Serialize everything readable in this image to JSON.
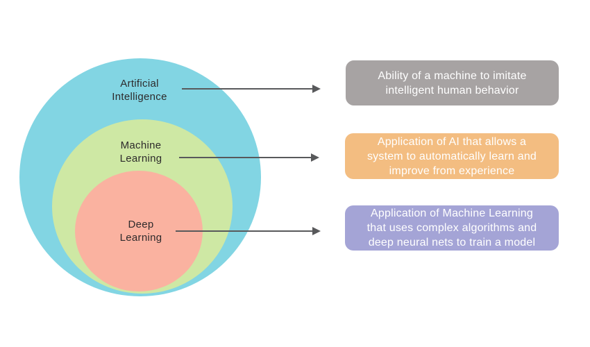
{
  "diagram": {
    "background_color": "#ffffff",
    "arrow_color": "#58595b",
    "label_text_color": "#2d2a2b",
    "callout_text_color": "#ffffff",
    "circles": [
      {
        "name": "Artificial Intelligence",
        "color": "#82d5e3",
        "lines": [
          "Artificial",
          "Intelligence"
        ]
      },
      {
        "name": "Machine Learning",
        "color": "#cee8a4",
        "lines": [
          "Machine",
          "Learning"
        ]
      },
      {
        "name": "Deep Learning",
        "color": "#fab2a0",
        "lines": [
          "Deep",
          "Learning"
        ]
      }
    ],
    "callouts": [
      {
        "for": "Artificial Intelligence",
        "color": "#a7a3a3",
        "lines": [
          "Ability of a machine to imitate",
          "intelligent human behavior"
        ]
      },
      {
        "for": "Machine Learning",
        "color": "#f3bd81",
        "lines": [
          "Application of AI that allows a",
          "system to automatically learn and",
          "improve from experience"
        ]
      },
      {
        "for": "Deep Learning",
        "color": "#a4a4d6",
        "lines": [
          "Application of Machine Learning",
          "that uses complex algorithms and",
          "deep neural nets to train a model"
        ]
      }
    ]
  }
}
